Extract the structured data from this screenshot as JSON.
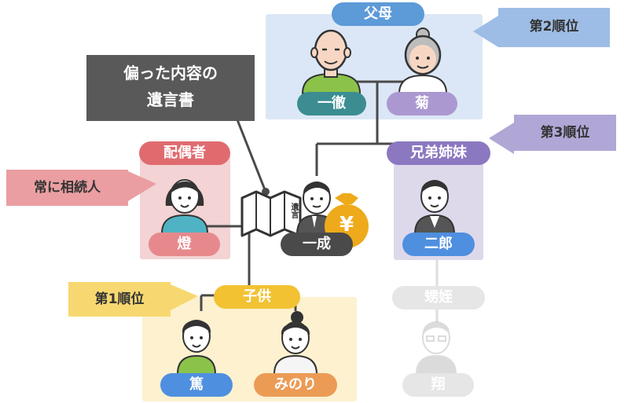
{
  "groups": {
    "parents": "父母",
    "spouse": "配偶者",
    "siblings": "兄弟姉妹",
    "children": "子供",
    "nephew": "甥姪"
  },
  "people": {
    "father": "一徹",
    "mother": "菊",
    "deceased": "一成",
    "spouse": "燈",
    "brother": "二郎",
    "child1": "篤",
    "child2": "みのり",
    "nephew": "翔"
  },
  "callouts": {
    "rank2": "第2順位",
    "rank3": "第3順位",
    "rank1": "第1順位",
    "always": "常に相続人",
    "will": [
      "偏った内容の",
      "遺言書"
    ]
  },
  "will_doc_text": "遺言",
  "money_symbol": "¥",
  "colors": {
    "parents_bg": "#dbe7f6",
    "parents_pill": "#5d9ad8",
    "spouse_bg": "#f3d3d4",
    "spouse_pill": "#df6b6f",
    "siblings_bg": "#ddd9eb",
    "siblings_pill": "#8c78c1",
    "children_bg": "#fdf1cf",
    "children_pill": "#f2c233",
    "teal": "#3b8d92",
    "lavender": "#ac98d0",
    "pink": "#e7898c",
    "blue": "#4f8fdf",
    "orange": "#ec9b55",
    "dark": "#4a4a4a",
    "faded": "#e6e6e6",
    "gold": "#eeaa1a"
  }
}
